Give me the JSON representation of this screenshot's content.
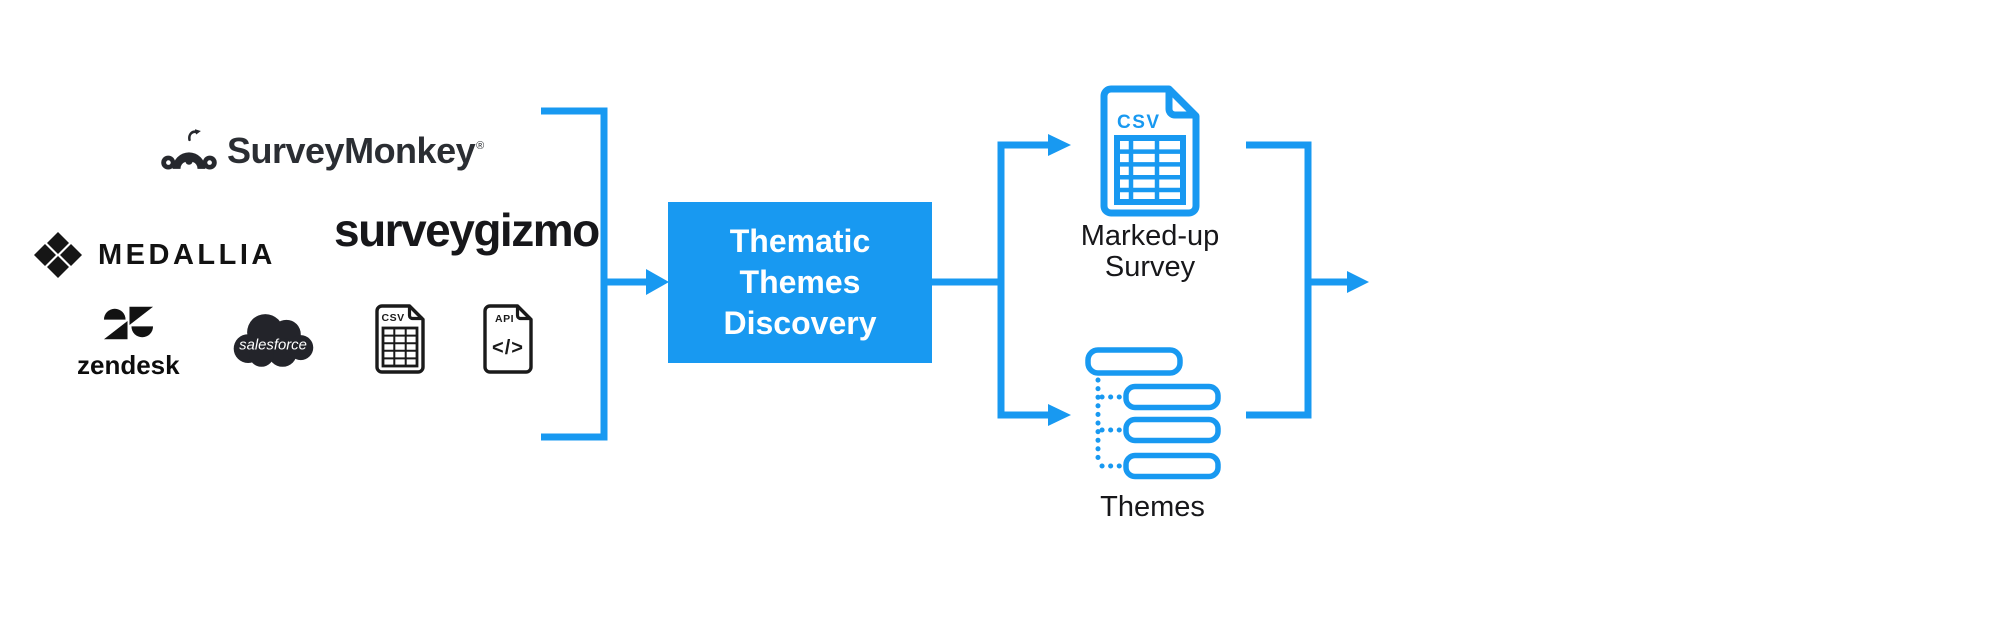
{
  "colors": {
    "accent": "#1899F1",
    "ink": "#1b1c20",
    "white": "#ffffff"
  },
  "sources": {
    "surveymonkey": {
      "label": "SurveyMonkey",
      "trademark": "®"
    },
    "medallia": {
      "label": "MEDALLIA"
    },
    "surveygizmo": {
      "label": "surveygizmo"
    },
    "zendesk": {
      "label": "zendesk"
    },
    "salesforce": {
      "label": "salesforce"
    },
    "csv_file": {
      "label": "CSV"
    },
    "api_file": {
      "label": "API",
      "code_glyph": "</>"
    }
  },
  "process": {
    "label": "Thematic Themes Discovery"
  },
  "outputs": {
    "marked_up_survey": {
      "file_type": "CSV",
      "label": "Marked-up Survey"
    },
    "themes": {
      "label": "Themes"
    }
  }
}
